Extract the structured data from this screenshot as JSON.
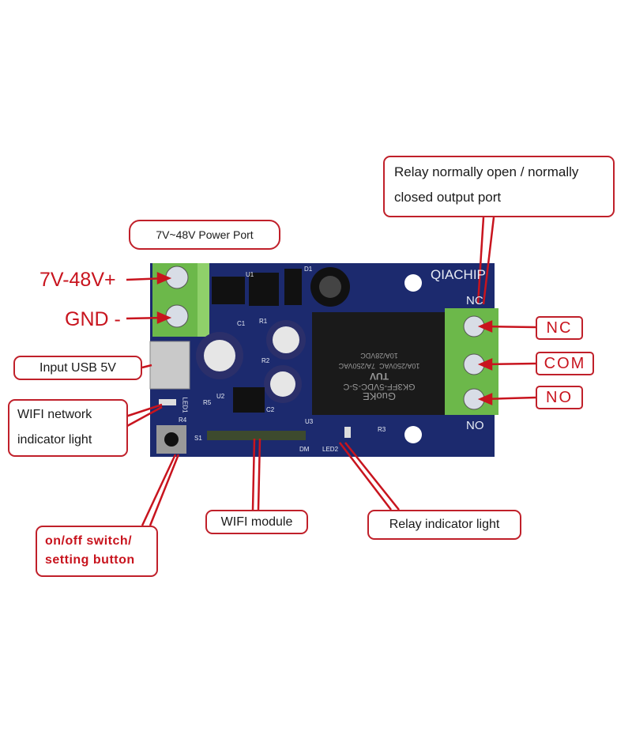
{
  "callouts": {
    "relay_output": {
      "line1": "Relay normally open / normally",
      "line2": "closed output port"
    },
    "power_port": "7V~48V Power Port",
    "power_plus": "7V-48V+",
    "gnd": "GND -",
    "usb": "Input USB 5V",
    "wifi_indicator": {
      "line1": "WIFI network",
      "line2": "indicator light"
    },
    "switch": {
      "line1": "on/off switch/",
      "line2": "setting button"
    },
    "wifi_module": "WIFI module",
    "relay_indicator": "Relay indicator light",
    "nc": "NC",
    "com": "COM",
    "no": "NO"
  },
  "board": {
    "brand": "QIACHIP",
    "silk_nc": "NC",
    "silk_no": "NO",
    "silk": [
      "U1",
      "D1",
      "C1",
      "R1",
      "R2",
      "U2",
      "C2",
      "R5",
      "R4",
      "LED1",
      "S1",
      "DM",
      "U3",
      "LED2",
      "R3"
    ],
    "relay_text": [
      "GK3FF-5VDC-S-C",
      "GuoKE",
      "10A/250VAC  7A/250VAC",
      "10A/28VDC",
      "TUV"
    ],
    "colors": {
      "pcb": "#1c2a6e",
      "terminal": "#6cb84a",
      "accent": "#c8141e"
    }
  }
}
